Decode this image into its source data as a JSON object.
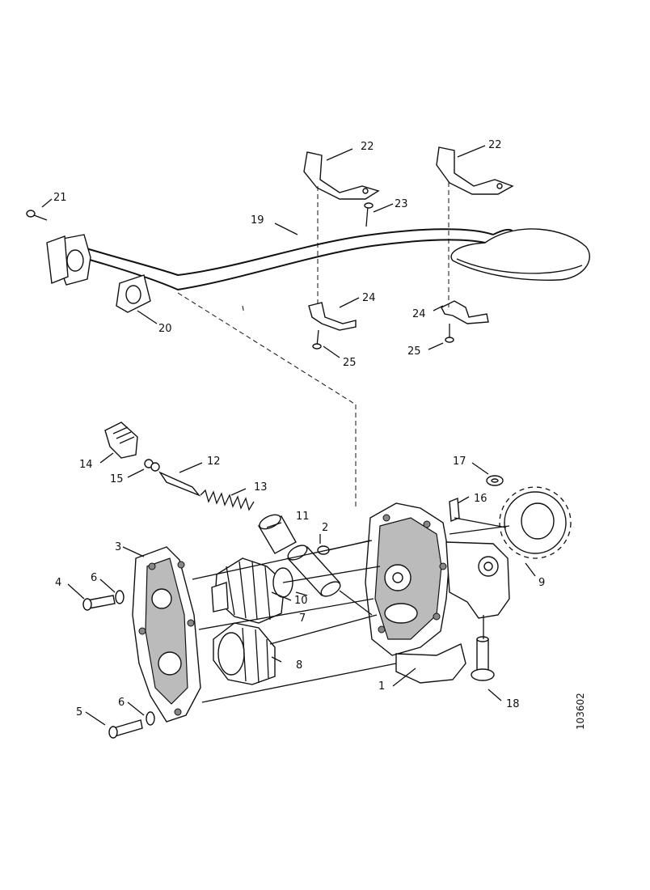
{
  "diagram": {
    "reference_number": "103602",
    "callouts": {
      "c1": "1",
      "c2": "2",
      "c3": "3",
      "c4": "4",
      "c5": "5",
      "c6a": "6",
      "c6b": "6",
      "c7": "7",
      "c8": "8",
      "c9": "9",
      "c10": "10",
      "c11": "11",
      "c12": "12",
      "c13": "13",
      "c14": "14",
      "c15": "15",
      "c16": "16",
      "c17": "17",
      "c18": "18",
      "c19": "19",
      "c20": "20",
      "c21": "21",
      "c22a": "22",
      "c22b": "22",
      "c23": "23",
      "c24a": "24",
      "c24b": "24",
      "c25a": "25",
      "c25b": "25"
    }
  }
}
